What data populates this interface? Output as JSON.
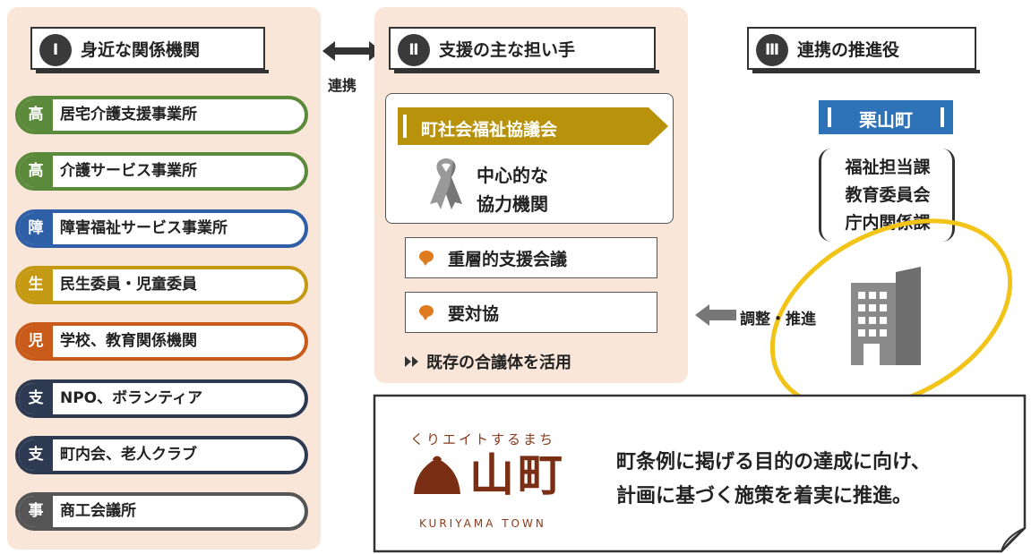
{
  "col1": {
    "num": "Ⅰ",
    "title": "身近な関係機関",
    "items": [
      {
        "tag": "高",
        "label": "居宅介護支援事業所",
        "color": "#5a8a3a"
      },
      {
        "tag": "高",
        "label": "介護サービス事業所",
        "color": "#5a8a3a"
      },
      {
        "tag": "障",
        "label": "障害福祉サービス事業所",
        "color": "#2f5fa7"
      },
      {
        "tag": "生",
        "label": "民生委員・児童委員",
        "color": "#c49a12"
      },
      {
        "tag": "児",
        "label": "学校、教育関係機関",
        "color": "#c85a1a"
      },
      {
        "tag": "支",
        "label": "NPO、ボランティア",
        "color": "#2e3a52"
      },
      {
        "tag": "支",
        "label": "町内会、老人クラブ",
        "color": "#2e3a52"
      },
      {
        "tag": "事",
        "label": "商工会議所",
        "color": "#555555"
      }
    ]
  },
  "link_label": "連携",
  "col2": {
    "num": "Ⅱ",
    "title": "支援の主な担い手",
    "council": "町社会福祉協議会",
    "role_line1": "中心的な",
    "role_line2": "協力機関",
    "meeting1": "重層的支援会議",
    "meeting2": "要対協",
    "note": "既存の合議体を活用"
  },
  "col3": {
    "num": "Ⅲ",
    "title": "連携の推進役",
    "town": "栗山町",
    "depts": [
      "福祉担当課",
      "教育委員会",
      "庁内関係課"
    ],
    "coordinate_label": "調整・推進"
  },
  "footer": {
    "logo_tagline": "くりエイトするまち",
    "logo_name": "山町",
    "logo_en": "KURIYAMA TOWN",
    "message_line1": "町条例に掲げる目的の達成に向け、",
    "message_line2": "計画に基づく施策を着実に推進。"
  },
  "colors": {
    "panel": "#f9e6d8",
    "council_gold": "#b8920a",
    "town_blue": "#2e73b8",
    "circle_yellow": "#f2c418",
    "bubble_orange": "#e07a1f"
  }
}
